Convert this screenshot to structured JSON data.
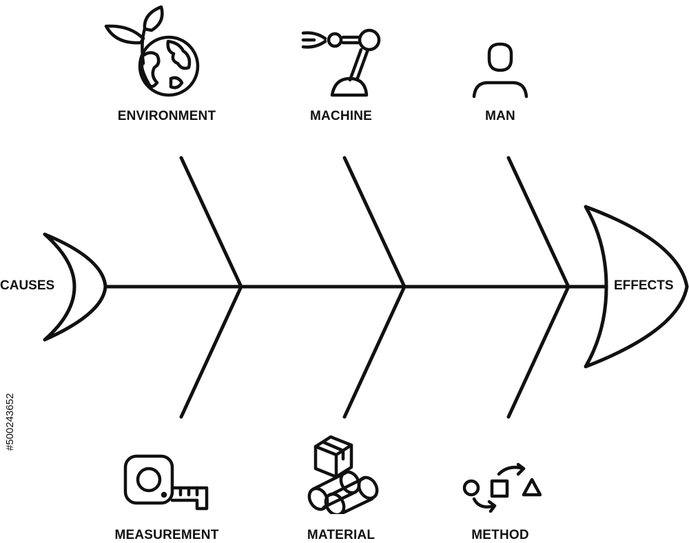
{
  "diagram": {
    "tail_label": "CAUSES",
    "head_label": "EFFECTS",
    "categories_top": [
      {
        "label": "ENVIRONMENT",
        "icon": "plant-globe-icon"
      },
      {
        "label": "MACHINE",
        "icon": "robot-arm-icon"
      },
      {
        "label": "MAN",
        "icon": "person-icon"
      }
    ],
    "categories_bottom": [
      {
        "label": "MEASUREMENT",
        "icon": "tape-measure-icon"
      },
      {
        "label": "MATERIAL",
        "icon": "box-pipes-icon"
      },
      {
        "label": "METHOD",
        "icon": "shapes-process-icon"
      }
    ]
  },
  "stock_id": "#500243652",
  "colors": {
    "stroke": "#111111",
    "background": "#ffffff"
  }
}
